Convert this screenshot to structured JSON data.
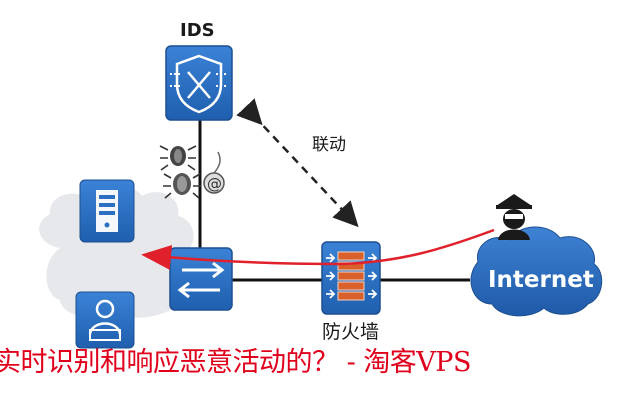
{
  "labels": {
    "ids": "IDS",
    "linkage": "联动",
    "firewall": "防火墙",
    "internet": "Internet"
  },
  "caption": "实时识别和响应恶意活动的？ - 淘客VPS",
  "colors": {
    "device_blue": "#2a6fc1",
    "device_border": "#1d4f91",
    "cloud_grey": "#e8eaee",
    "cloud_blue": "#2c6fc2",
    "attack_path": "#e0202a",
    "firewall_brick": "#d9602a",
    "caption": "#e0001b"
  },
  "icons": {
    "ids": "ids-shield-icon",
    "switch": "switch-arrows-icon",
    "firewall": "firewall-brick-icon",
    "server": "server-icon",
    "user": "user-computer-icon",
    "hacker": "hacker-icon",
    "malware": "malware-bug-icon",
    "email": "email-attack-icon"
  }
}
